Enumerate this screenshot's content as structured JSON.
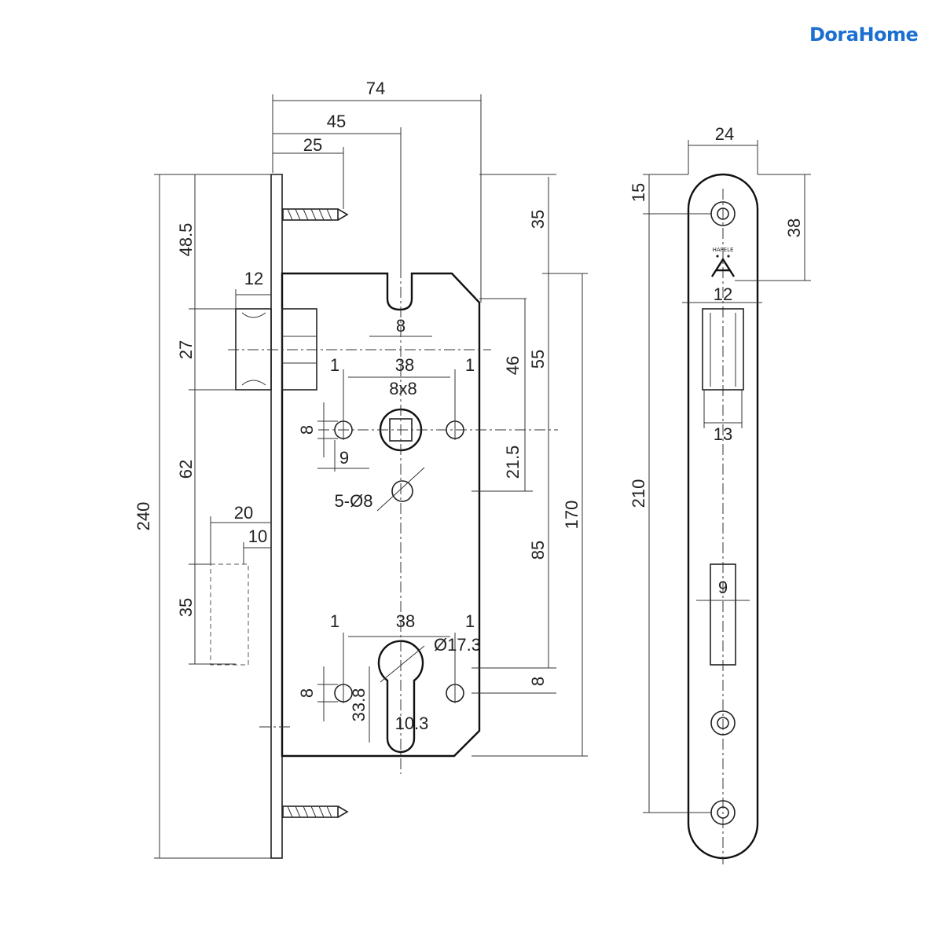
{
  "brand": "DoraHome",
  "logo_text": "HAFELE",
  "dimensions": {
    "d74": "74",
    "d45": "45",
    "d25": "25",
    "d35_top": "35",
    "d48_5": "48.5",
    "d12_bolt": "12",
    "d27": "27",
    "d8_slot": "8",
    "d46": "46",
    "d55": "55",
    "d1_a": "1",
    "d38_a": "38",
    "d1_b": "1",
    "d8x8": "8x8",
    "d8_hole_a": "8",
    "d9": "9",
    "d21_5": "21.5",
    "d5_phi8": "5-Ø8",
    "d62": "62",
    "d240": "240",
    "d20": "20",
    "d10": "10",
    "d170": "170",
    "d85": "85",
    "d35_latch": "35",
    "d1_c": "1",
    "d38_b": "38",
    "d1_d": "1",
    "d_phi17_3": "Ø17.3",
    "d8_hole_b": "8",
    "d33_8": "33.8",
    "d10_3": "10.3",
    "d8_right": "8",
    "d24": "24",
    "d15": "15",
    "d38_plate": "38",
    "d12_plate": "12",
    "d13": "13",
    "d210": "210",
    "d9_plate": "9"
  }
}
